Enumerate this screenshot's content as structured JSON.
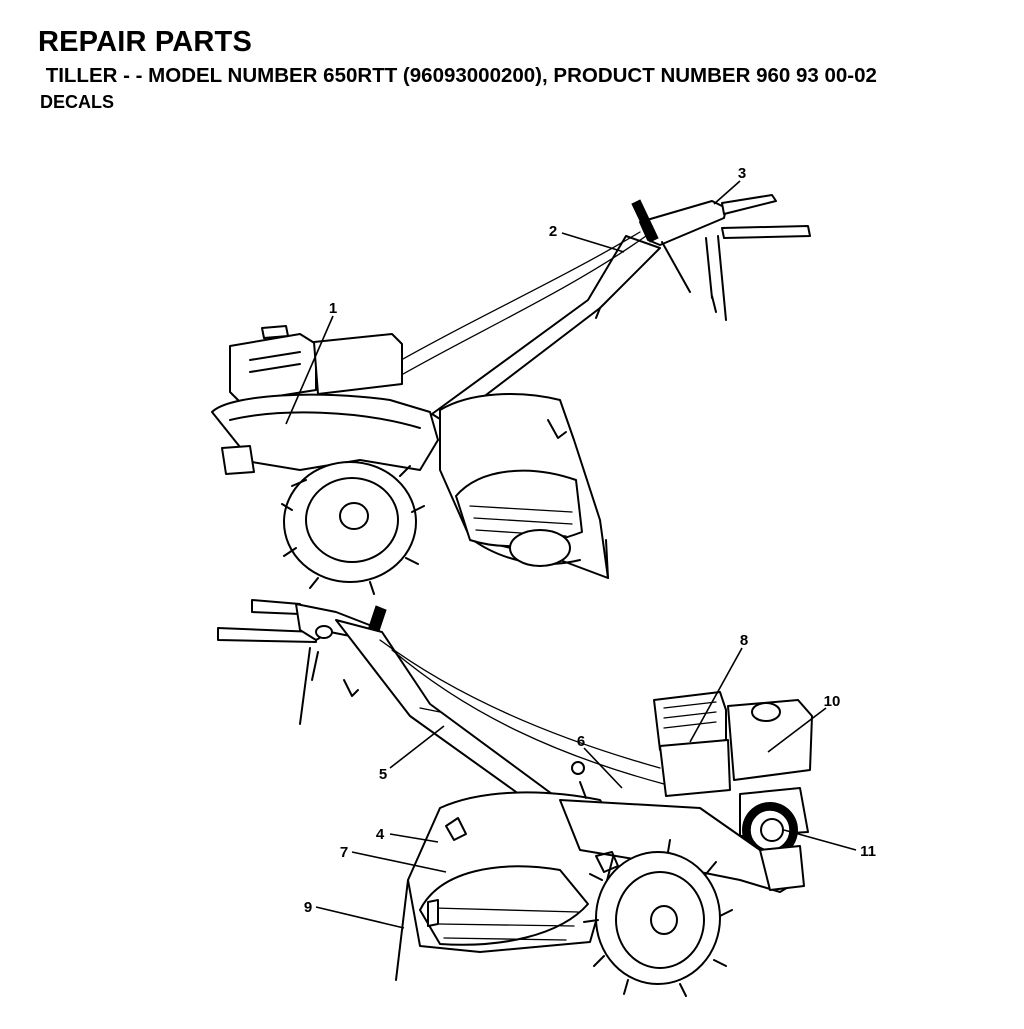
{
  "header": {
    "title": "REPAIR PARTS",
    "subtitle": " TILLER - - MODEL NUMBER 650RTT (96093000200), PRODUCT NUMBER 960 93 00-02",
    "section": "DECALS"
  },
  "callouts": {
    "c1": "1",
    "c2": "2",
    "c3": "3",
    "c4": "4",
    "c5": "5",
    "c6": "6",
    "c7": "7",
    "c8": "8",
    "c9": "9",
    "c10": "10",
    "c11": "11"
  }
}
